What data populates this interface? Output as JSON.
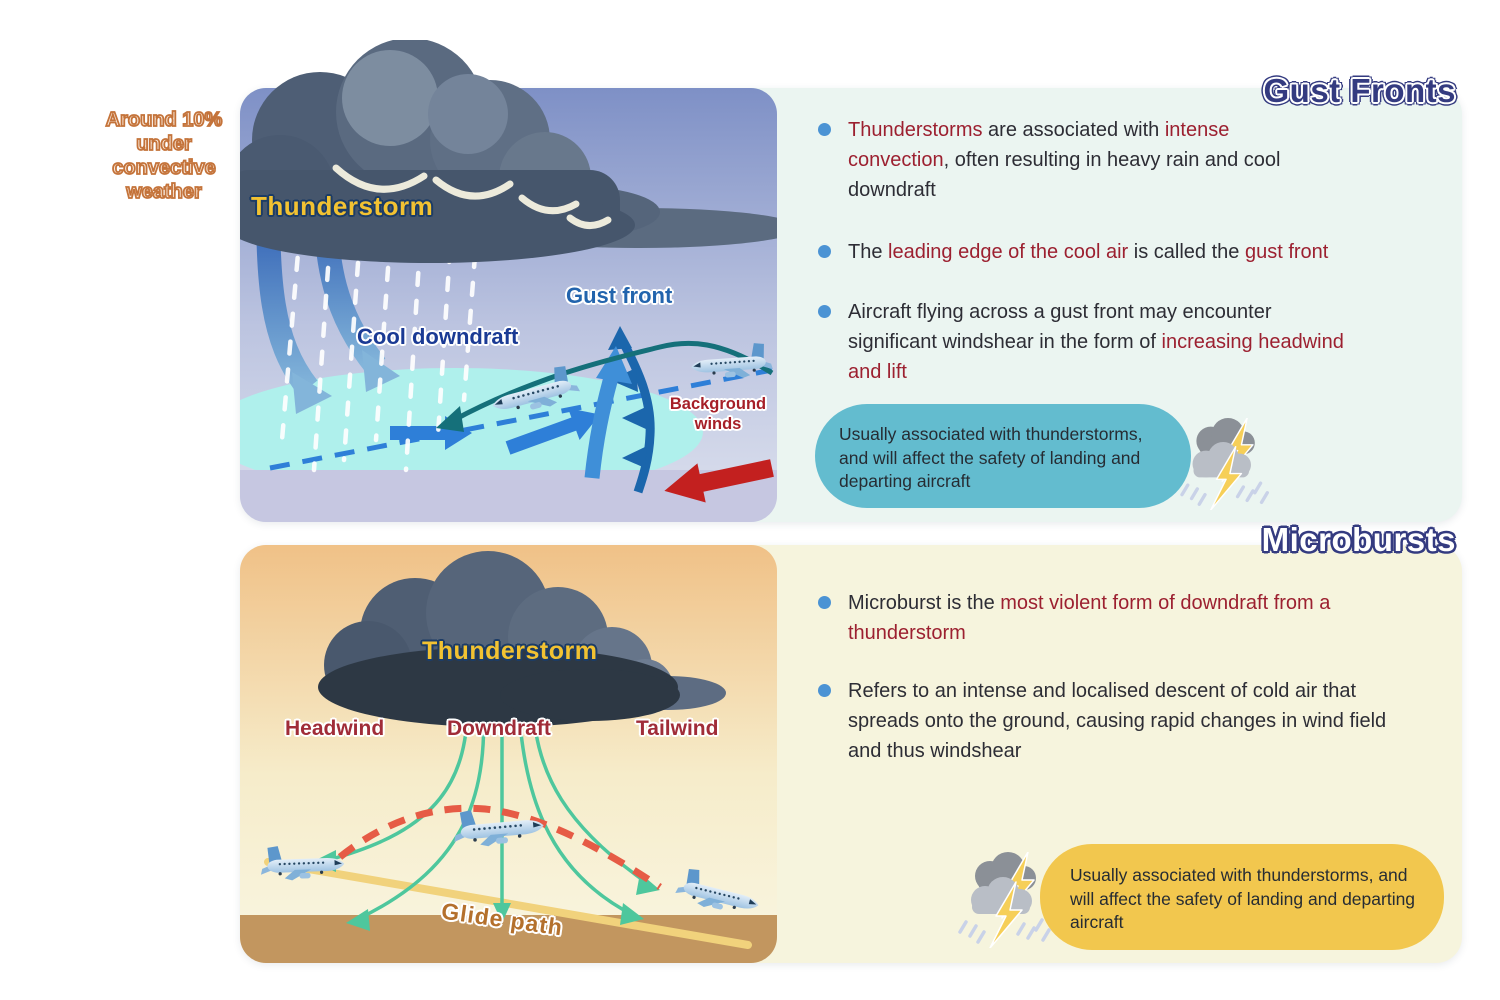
{
  "side_note": {
    "text": "Around 10% under convective weather"
  },
  "gust_fronts": {
    "title": "Gust Fronts",
    "diagram": {
      "thunderstorm_label": "Thunderstorm",
      "gust_front_label": "Gust front",
      "cool_downdraft_label": "Cool downdraft",
      "background_winds_label": "Background winds"
    },
    "bullets": [
      {
        "segments": [
          {
            "text": "Thunderstorms",
            "color": "red"
          },
          {
            "text": " are associated with ",
            "color": "dark"
          },
          {
            "text": "intense convection",
            "color": "red"
          },
          {
            "text": ", often resulting in heavy rain and cool downdraft",
            "color": "dark"
          }
        ]
      },
      {
        "segments": [
          {
            "text": "The ",
            "color": "dark"
          },
          {
            "text": "leading edge of the cool air",
            "color": "red"
          },
          {
            "text": " is called the ",
            "color": "dark"
          },
          {
            "text": "gust front",
            "color": "red"
          }
        ]
      },
      {
        "segments": [
          {
            "text": "Aircraft flying across a gust front may encounter significant windshear in the form of ",
            "color": "dark"
          },
          {
            "text": "increasing headwind and lift",
            "color": "red"
          }
        ]
      }
    ],
    "callout": {
      "text": "Usually associated with thunderstorms, and will affect the safety of landing and departing aircraft",
      "icon": "storm-cloud-lightning-icon"
    }
  },
  "microbursts": {
    "title": "Microbursts",
    "diagram": {
      "thunderstorm_label": "Thunderstorm",
      "headwind_label": "Headwind",
      "downdraft_label": "Downdraft",
      "tailwind_label": "Tailwind",
      "glide_path_label": "Glide path"
    },
    "bullets": [
      {
        "segments": [
          {
            "text": "Microburst is the ",
            "color": "dark"
          },
          {
            "text": "most violent form of downdraft from a thunderstorm",
            "color": "red"
          }
        ]
      },
      {
        "segments": [
          {
            "text": "Refers to an intense and localised descent of cold air that spreads onto the ground, causing rapid changes in wind field and thus windshear",
            "color": "dark"
          }
        ]
      }
    ],
    "callout": {
      "text": "Usually associated with thunderstorms, and will affect the safety of landing and departing aircraft",
      "icon": "storm-cloud-lightning-icon"
    }
  },
  "colors": {
    "accent_red": "#9c2030",
    "text_dark": "#2d2d35",
    "bullet_blue": "#4b93d4",
    "title_navy": "#343b80",
    "panel_gust_bg": "#ebf5f1",
    "panel_micro_bg": "#f6f4dd",
    "callout_teal": "#63bccf",
    "callout_yellow": "#f2c74e",
    "note_orange": "#c4733a",
    "label_yellow": "#f2c232",
    "label_navy_outline": "#1c3c66",
    "gustfront_blue": "#2264ad",
    "cool_downdraft_navy": "#1a3a94",
    "diagram_red": "#a61f28",
    "wind_label_red": "#a02c38",
    "glide_brown": "#b4702c"
  }
}
